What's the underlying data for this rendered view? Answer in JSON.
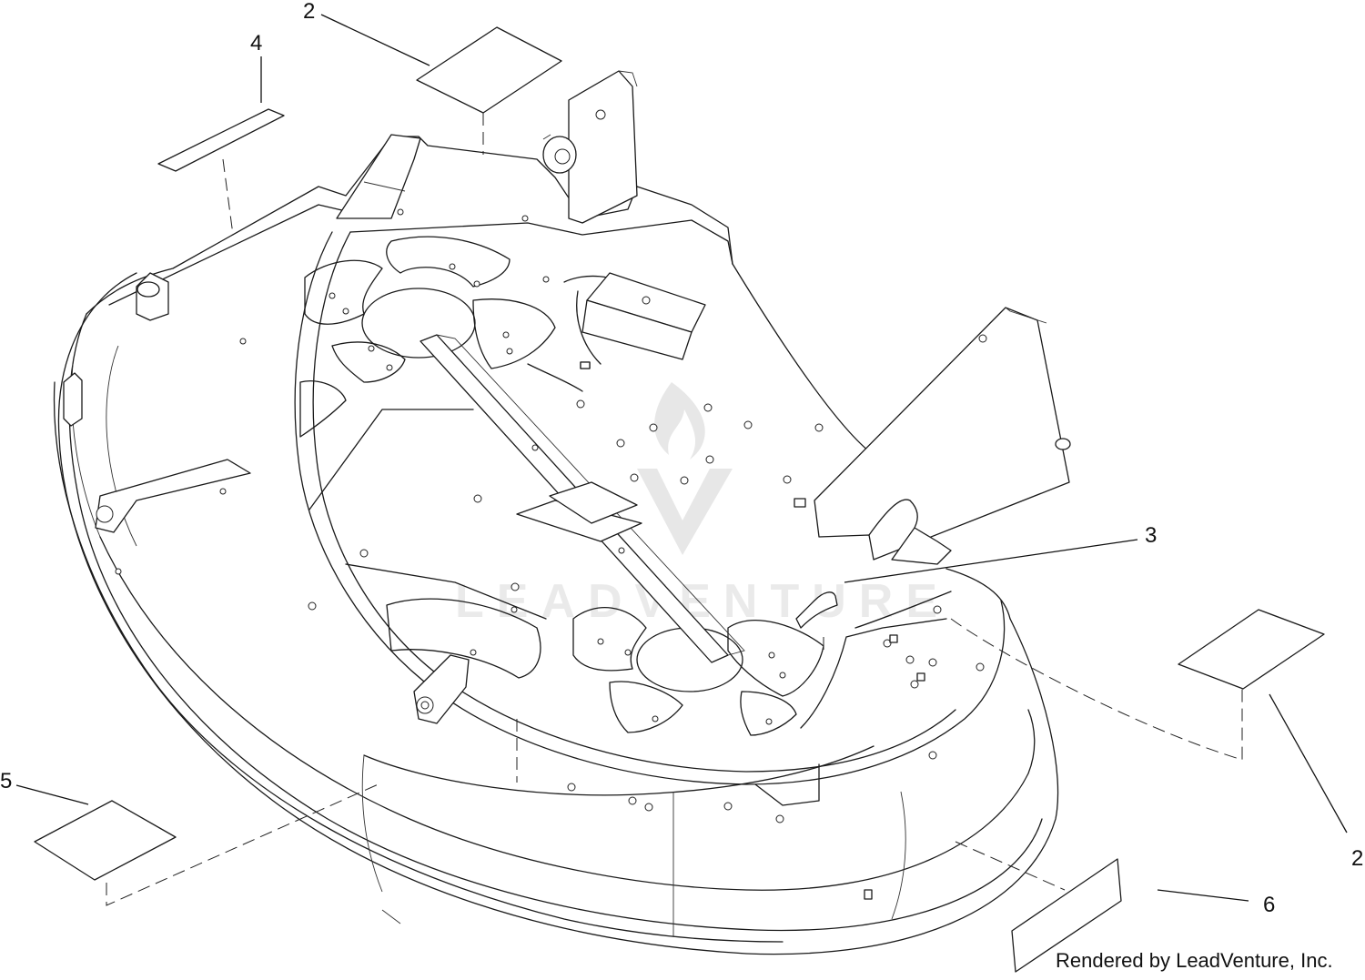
{
  "callouts": [
    {
      "id": "c2a",
      "label": "2"
    },
    {
      "id": "c4",
      "label": "4"
    },
    {
      "id": "c3",
      "label": "3"
    },
    {
      "id": "c2b",
      "label": "2"
    },
    {
      "id": "c5",
      "label": "5"
    },
    {
      "id": "c6",
      "label": "6"
    }
  ],
  "credit": "Rendered by LeadVenture, Inc.",
  "watermark": {
    "text": "LEADVENTURE",
    "color": "#d9d9d9"
  },
  "colors": {
    "line": "#1a1a1a",
    "background": "#ffffff"
  }
}
